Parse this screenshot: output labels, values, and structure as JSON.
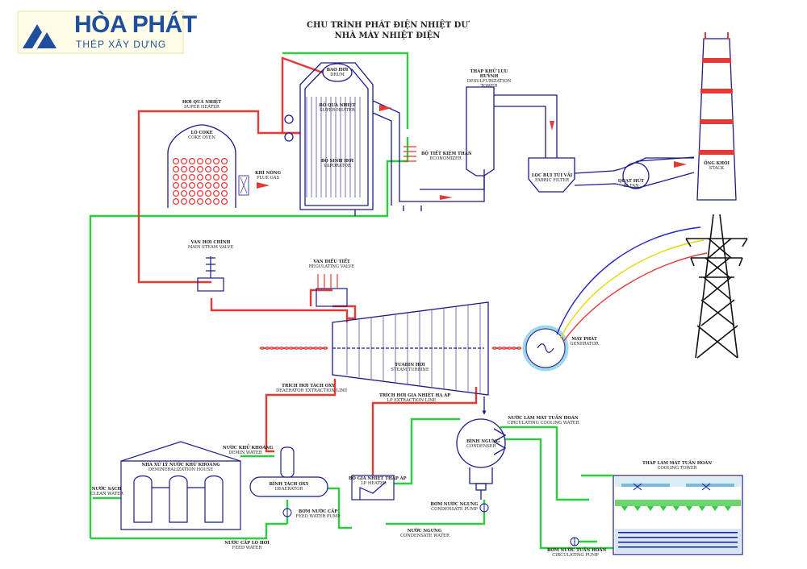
{
  "title": {
    "line1": "CHU TRÌNH PHÁT ĐIỆN NHIỆT DƯ",
    "line2": "NHÀ MÁY NHIỆT ĐIỆN"
  },
  "logo": {
    "name": "HÒA PHÁT",
    "tagline": "THÉP XÂY DỰNG"
  },
  "colors": {
    "steam": "#e53935",
    "water": "#2ecc40",
    "equipment": "#1a1a8c",
    "fire": "#e53935",
    "line_blue": "#2222cc",
    "line_yellow": "#e6d800",
    "line_red": "#e53935",
    "glow": "#9fd8ec"
  },
  "labels": {
    "drum": {
      "vi": "BAO HƠI",
      "en": "DRUM"
    },
    "superheater_line": {
      "vi": "HƠI QUÁ NHIỆT",
      "en": "SUPER HEATER"
    },
    "superheater": {
      "vi": "BỘ QUÁ NHIỆT",
      "en": "SUPER HEATER"
    },
    "evaporator": {
      "vi": "BỘ SINH HƠI",
      "en": "VAPORATOR"
    },
    "coke_oven": {
      "vi": "LÒ COKE",
      "en": "COKE OVEN"
    },
    "flue_gas": {
      "vi": "KHÍ NÓNG",
      "en": "FLUE GAS"
    },
    "economizer": {
      "vi": "BỘ TIẾT KIỆM THAN",
      "en": "ECONOMIZER"
    },
    "desulf": {
      "vi": "THÁP KHỬ LƯU HUỲNH",
      "en": "DESULFURIZATION TOWER"
    },
    "fabric_filter": {
      "vi": "LỌC BỤI TÚI VẢI",
      "en": "FABRIC FILTER"
    },
    "id_fan": {
      "vi": "QUẠT HÚT",
      "en": "ID FAN"
    },
    "stack": {
      "vi": "ỐNG KHÓI",
      "en": "STACK"
    },
    "main_valve": {
      "vi": "VAN HƠI CHÍNH",
      "en": "MAIN STEAM VALVE"
    },
    "regulating_valve": {
      "vi": "VAN ĐIỀU TIẾT",
      "en": "REGULATING VALVE"
    },
    "turbine": {
      "vi": "TUABIN HƠI",
      "en": "STEAM TURBINE"
    },
    "generator": {
      "vi": "MÁY PHÁT",
      "en": "GENERATOR"
    },
    "deaerator_extraction": {
      "vi": "TRÍCH HƠI TÁCH OXY",
      "en": "DEAERATOR EXTRACTION LINE"
    },
    "lp_extraction": {
      "vi": "TRÍCH HƠI GIA NHIỆT HẠ ÁP",
      "en": "LP EXTRACTION LINE"
    },
    "condenser": {
      "vi": "BÌNH NGƯNG",
      "en": "CONDENSER"
    },
    "circ_cooling_water": {
      "vi": "NƯỚC LÀM MÁT TUẦN HOÀN",
      "en": "CIRCULATING COOLING WATER"
    },
    "cooling_tower": {
      "vi": "THÁP LÀM MÁT TUẦN HOÀN",
      "en": "COOLING TOWER"
    },
    "demin_water": {
      "vi": "NƯỚC KHỬ KHOÁNG",
      "en": "DEMIN WATER"
    },
    "demin_house": {
      "vi": "NHÀ XỬ LÝ NƯỚC KHỬ KHOÁNG",
      "en": "DEMINERALIZATION HOUSE"
    },
    "deaerator": {
      "vi": "BÌNH TÁCH OXY",
      "en": "DEAERATOR"
    },
    "lp_heater": {
      "vi": "BỘ GIA NHIỆT THẤP ÁP",
      "en": "LP HEATER"
    },
    "condensate_pump": {
      "vi": "BƠM NƯỚC NGƯNG",
      "en": "CONDENSATE PUMP"
    },
    "condensate_water": {
      "vi": "NƯỚC NGƯNG",
      "en": "CONDENSATE WATER"
    },
    "feed_water_pump": {
      "vi": "BƠM NƯỚC CẤP",
      "en": "FEED WATER PUMP"
    },
    "clean_water": {
      "vi": "NƯỚC SẠCH",
      "en": "CLEAN WATER"
    },
    "feed_water": {
      "vi": "NƯỚC CẤP LÒ HƠI",
      "en": "FEED WATER"
    },
    "circulating_pump": {
      "vi": "BƠM NƯỚC TUẦN HOÀN",
      "en": "CIRCULATING PUMP"
    }
  }
}
